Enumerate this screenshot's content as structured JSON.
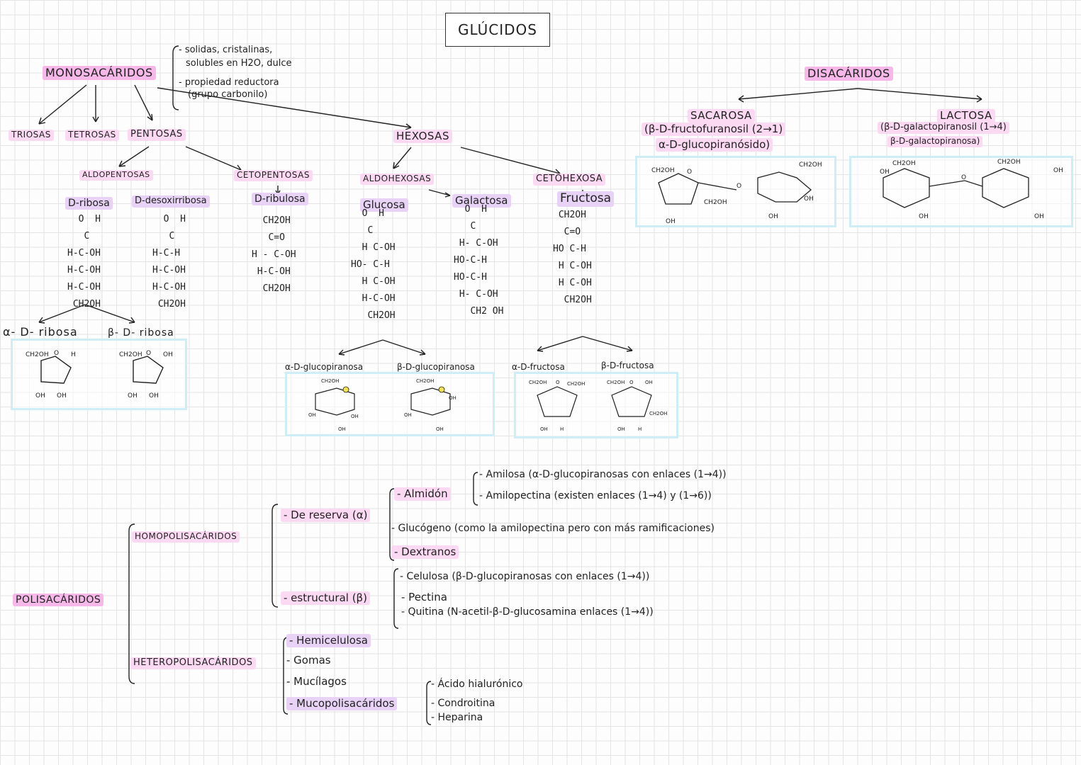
{
  "title": "GLÚCIDOS",
  "monosacaridos": {
    "label": "MONOSACÁRIDOS",
    "props": [
      "- solidas, cristalinas,",
      "solubles en H2O, dulce",
      "- propiedad reductora",
      "(grupo carbonilo)"
    ],
    "triosas": "TRIOSAS",
    "tetrosas": "TETROSAS",
    "pentosas": "PENTOSAS",
    "hexosas": "HEXOSAS"
  },
  "pentosas": {
    "aldopentosas": "ALDOPENTOSAS",
    "cetopentosas": "CETOPENTOSAS",
    "ribosa": "D-ribosa",
    "desoxirribosa": "D-desoxirribosa",
    "ribulosa": "D-ribulosa",
    "alfa_ribosa": "α- D- ribosa",
    "beta_ribosa": "β- D- ribosa"
  },
  "hexosas": {
    "aldohexosas": "ALDOHEXOSAS",
    "cetohexosas": "CETOHEXOSA",
    "glucosa": "Glucosa",
    "galactosa": "Galactosa",
    "fructosa": "Fructosa",
    "alfa_gluco": "α-D-glucopiranosa",
    "beta_gluco": "β-D-glucopiranosa",
    "alfa_fructosa": "α-D-fructosa",
    "beta_fructosa": "β-D-fructosa"
  },
  "formulas": {
    "ribosa": [
      "  O  H",
      "   C",
      "H-C-OH",
      "H-C-OH",
      "H-C-OH",
      " CH2OH"
    ],
    "desoxirribosa": [
      "  O  H",
      "   C",
      "H-C-H",
      "H-C-OH",
      "H-C-OH",
      " CH2OH"
    ],
    "ribulosa": [
      "  CH2OH",
      "   C=O",
      "H - C-OH",
      " H-C-OH",
      "  CH2OH"
    ],
    "glucosa": [
      "  O  H",
      "   C",
      "  H C-OH",
      "HO- C-H",
      "  H C-OH",
      "  H-C-OH",
      "   CH2OH"
    ],
    "galactosa": [
      "  O  H",
      "   C",
      " H- C-OH",
      "HO-C-H",
      "HO-C-H",
      " H- C-OH",
      "   CH2 OH"
    ],
    "fructosa": [
      " CH2OH",
      "  C=O",
      "HO C-H",
      " H C-OH",
      " H C-OH",
      "  CH2OH"
    ]
  },
  "disacaridos": {
    "label": "DISACÁRIDOS",
    "sacarosa": "SACAROSA",
    "sacarosa_desc": [
      "(β-D-fructofuranosil (2→1)",
      "α-D-glucopiranósido)"
    ],
    "lactosa": "LACTOSA",
    "lactosa_desc": [
      "(β-D-galactopiranosil (1→4)",
      "β-D-galactopiranosa)"
    ]
  },
  "polisacaridos": {
    "label": "POLISACÁRIDOS",
    "homo": "HOMOPOLISACÁRIDOS",
    "hetero": "HETEROPOLISACÁRIDOS",
    "reserva": "- De reserva (α)",
    "estructural": "- estructural (β)",
    "almidon": "- Almidón",
    "amilosa": "- Amilosa (α-D-glucopiranosas con enlaces (1→4))",
    "amilopectina": "- Amilopectina (existen enlaces (1→4) y (1→6))",
    "glucogeno": "- Glucógeno (como la amilopectina pero con más ramificaciones)",
    "dextranos": "- Dextranos",
    "celulosa": "- Celulosa (β-D-glucopiranosas con enlaces (1→4))",
    "pectina": "- Pectina",
    "quitina": "- Quitina (N-acetil-β-D-glucosamina enlaces (1→4))",
    "hemicelulosa": "- Hemicelulosa",
    "gomas": "- Gomas",
    "mucilagos": "- Mucílagos",
    "mucopolisacaridos": "- Mucopolisacáridos",
    "hialuronico": "- Ácido hialurónico",
    "condroitina": "- Condroitina",
    "heparina": "- Heparina"
  },
  "colors": {
    "pink": "#f5b8e8",
    "light_pink": "#fbd9f3",
    "purple": "#e8d2f5",
    "ring_box": "#cdeef7",
    "oxygen": "#f3e24a"
  },
  "ring_labels": {
    "ch2oh": "CH2OH",
    "oh": "OH",
    "h": "H",
    "o": "O"
  }
}
